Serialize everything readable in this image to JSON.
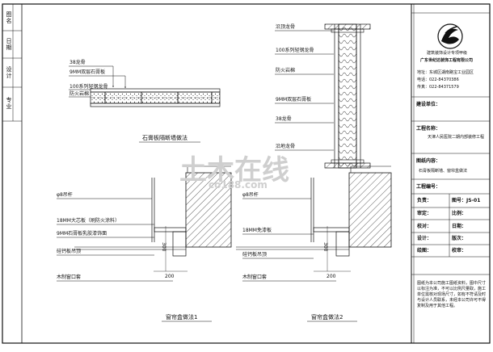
{
  "left_strip": {
    "labels": [
      "图名",
      "日期",
      "设计",
      "专业"
    ]
  },
  "drawings": {
    "partition_plan": {
      "title": "石膏板隔断墙做法",
      "labels": [
        "38龙骨",
        "9MM双层石膏板",
        "100系列轻钢龙骨",
        "防火岩棉"
      ]
    },
    "partition_section": {
      "labels": [
        "沿顶龙骨",
        "100系列轻钢龙骨",
        "防火岩棉",
        "9MM双层石膏板",
        "38龙骨",
        "沿地龙骨"
      ]
    },
    "curtain_box_1": {
      "title": "窗帘盒做法1",
      "labels": [
        "φ8吊杆",
        "18MM大芯板（刷防火涂料）",
        "9MM石膏板乳胶漆饰面",
        "硅钙板吊顶",
        "木制窗口套"
      ],
      "dims": [
        "300",
        "200"
      ]
    },
    "curtain_box_2": {
      "title": "窗帘盒做法2",
      "labels": [
        "φ8吊杆",
        "18MM免漆板",
        "硅钙板吊顶",
        "木制窗口套"
      ],
      "dims": [
        "300",
        "200"
      ]
    }
  },
  "title_block": {
    "company_line": "建筑装饰设计专项甲级",
    "company_name": "广东世纪达装饰工程有限公司",
    "address": "地址：东城区湖南路宝工业园区",
    "tel": "电话：022-84370386",
    "fax": "传真：022-84371579",
    "unit_label": "建设单位：",
    "project_label": "工程名称：",
    "project_name": "天津人民医院二期内部装修工程",
    "drawing_label": "图纸内容：",
    "drawing_name": "石膏板隔断墙、窗帘盒做法",
    "eng_no_label": "工程编号：",
    "rows": [
      {
        "l": "负责：",
        "r": "图号：JS-01"
      },
      {
        "l": "审定：",
        "r": "比例："
      },
      {
        "l": "校对：",
        "r": "日期："
      },
      {
        "l": "设计：",
        "r": "版次："
      },
      {
        "l": "绘图：",
        "r": "校审："
      }
    ],
    "notes": "图纸为本公司施工图纸资料，图中尺寸以标注为准，不可以比例尺量取，施工单位需核对现场尺寸，如有不符请及时与设计人员联系，未经本公司许可不得复制及用于其他工程。"
  },
  "watermark": {
    "text": "土木在线",
    "url": "co188.com"
  }
}
